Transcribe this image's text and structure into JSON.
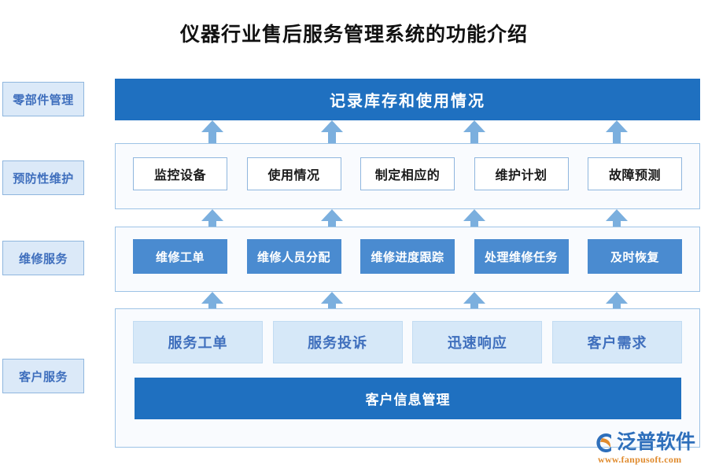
{
  "page": {
    "title": "仪器行业售后服务管理系统的功能介绍",
    "background": "#ffffff"
  },
  "colors": {
    "deep_blue": "#1f70c0",
    "mid_blue": "#4a8bd0",
    "pale_blue": "#d6e8f8",
    "chip_blue": "#dbe9f8",
    "arrow_blue": "#7bafde",
    "border_blue": "#9dc3e6",
    "text_blue": "#3f6fbd",
    "logo_orange": "#e08b2e"
  },
  "sidebar": {
    "items": [
      {
        "label": "零部件管理"
      },
      {
        "label": "预防性维护"
      },
      {
        "label": "维修服务"
      },
      {
        "label": "客户服务"
      }
    ]
  },
  "flow": {
    "banner": {
      "label": "记录库存和使用情况"
    },
    "rows": [
      {
        "name": "preventive-maintenance-row",
        "style": "outline",
        "cells": [
          {
            "label": "监控设备"
          },
          {
            "label": "使用情况"
          },
          {
            "label": "制定相应的"
          },
          {
            "label": "维护计划"
          },
          {
            "label": "故障预测"
          }
        ]
      },
      {
        "name": "repair-service-row",
        "style": "solid-blue",
        "cells": [
          {
            "label": "维修工单"
          },
          {
            "label": "维修人员分配"
          },
          {
            "label": "维修进度跟踪"
          },
          {
            "label": "处理维修任务"
          },
          {
            "label": "及时恢复"
          }
        ]
      },
      {
        "name": "customer-service-row",
        "style": "pale-blue",
        "cells": [
          {
            "label": "服务工单"
          },
          {
            "label": "服务投诉"
          },
          {
            "label": "迅速响应"
          },
          {
            "label": "客户需求"
          }
        ]
      }
    ],
    "bottom_bar": {
      "label": "客户信息管理"
    },
    "arrow_icon": "up-arrow-icon",
    "arrow_count_per_row": 4
  },
  "logo": {
    "name": "泛普软件",
    "url": "www.fanpusoft.com"
  }
}
